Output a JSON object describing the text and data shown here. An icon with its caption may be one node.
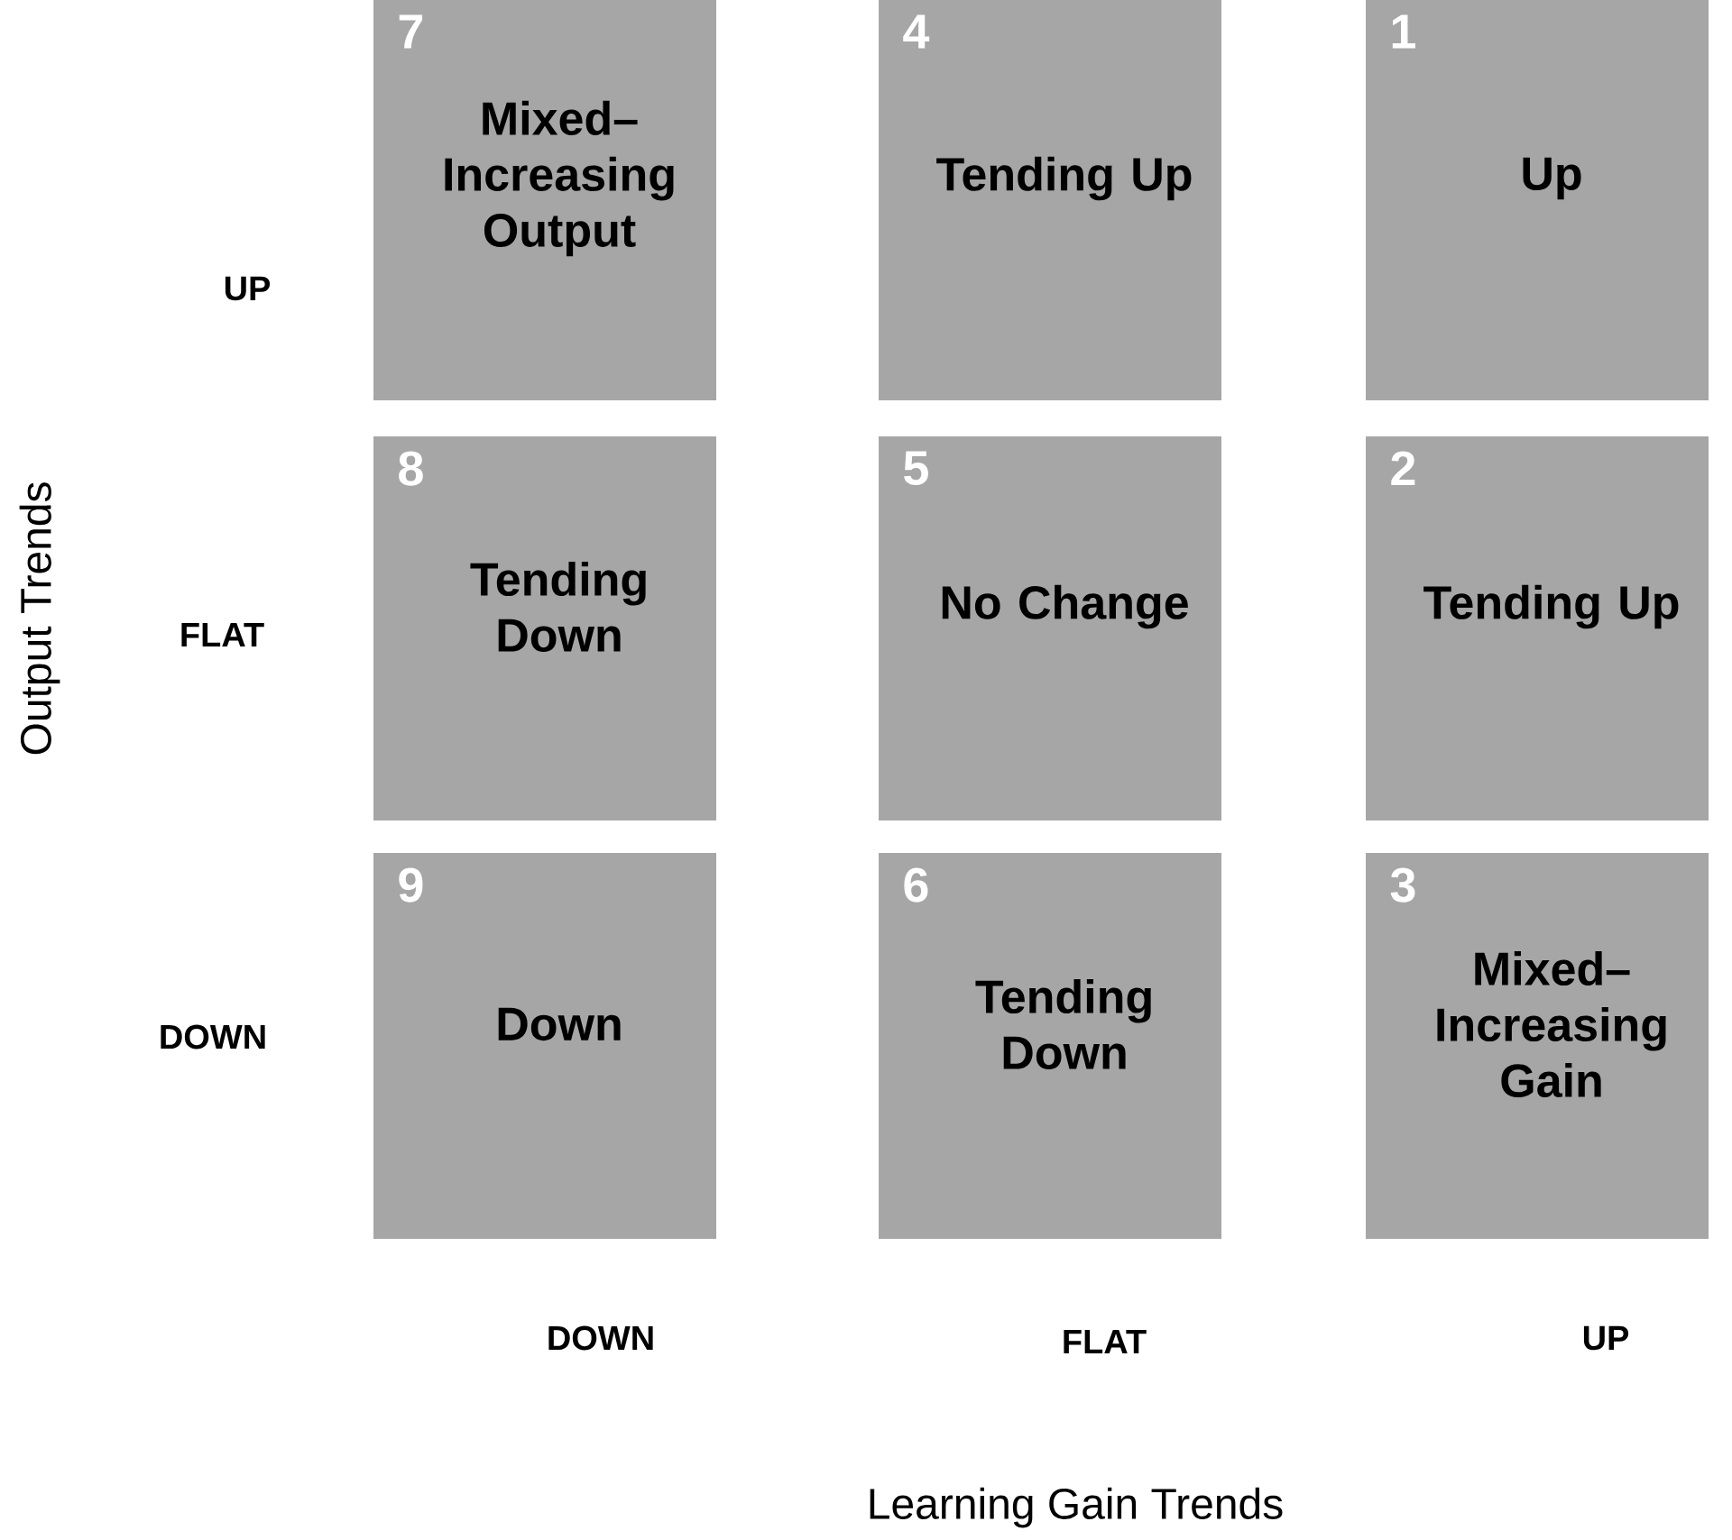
{
  "diagram": {
    "nodes": [
      {
        "text": [
          "7",
          "Mixed– Increasing Output"
        ]
      },
      {
        "text": [
          "4",
          "Tending Up"
        ]
      },
      {
        "text": [
          "1",
          "Up"
        ]
      },
      {
        "text": [
          "8",
          "Tending Down"
        ]
      },
      {
        "text": [
          "5",
          "No Change"
        ]
      },
      {
        "text": [
          "2",
          "Tending Up"
        ]
      },
      {
        "text": [
          "9",
          "Down"
        ]
      },
      {
        "text": [
          "6",
          "Tending Down"
        ]
      },
      {
        "text": [
          "3",
          "Mixed– Increasing Gain"
        ]
      }
    ],
    "labels": [
      "UP",
      "FLAT",
      "DOWN",
      "DOWN",
      "FLAT",
      "UP",
      "Output Trends",
      "Learning Gain Trends"
    ]
  }
}
